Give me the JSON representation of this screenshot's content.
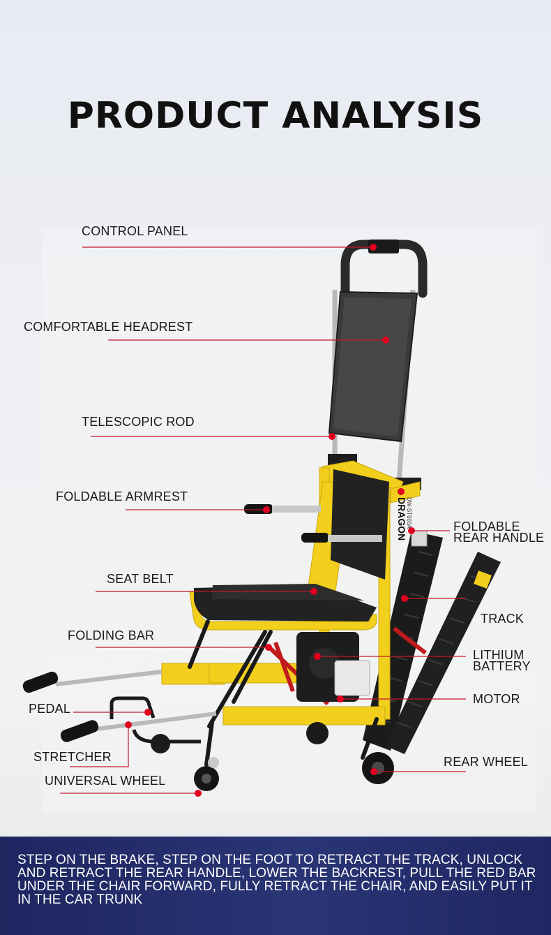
{
  "title": "PRODUCT ANALYSIS",
  "brand": {
    "logo_text": "DRAGON",
    "model": "DW-ST003A"
  },
  "labels": {
    "control_panel": "CONTROL PANEL",
    "headrest": "COMFORTABLE HEADREST",
    "telescopic_rod": "TELESCOPIC ROD",
    "armrest": "FOLDABLE ARMREST",
    "seat_belt": "SEAT BELT",
    "folding_bar": "FOLDING BAR",
    "pedal": "PEDAL",
    "stretcher": "STRETCHER",
    "universal_wheel": "UNIVERSAL WHEEL",
    "rear_handle_1": "FOLDABLE",
    "rear_handle_2": "REAR HANDLE",
    "track": "TRACK",
    "battery_1": "LITHIUM",
    "battery_2": "BATTERY",
    "motor": "MOTOR",
    "rear_wheel": "REAR WHEEL"
  },
  "banner_text": "STEP ON THE BRAKE, STEP ON THE FOOT TO RETRACT THE TRACK, UNLOCK AND RETRACT THE REAR HANDLE, LOWER THE BACKREST, PULL THE RED BAR UNDER THE CHAIR FORWARD, FULLY RETRACT THE CHAIR, AND EASILY PUT IT IN THE CAR TRUNK",
  "colors": {
    "frame_yellow": "#f2cf1d",
    "marker_red": "#e1001e",
    "leader_line": "#c2182f",
    "banner_navy": "#232c68",
    "upholstery": "#3a3a3a"
  }
}
